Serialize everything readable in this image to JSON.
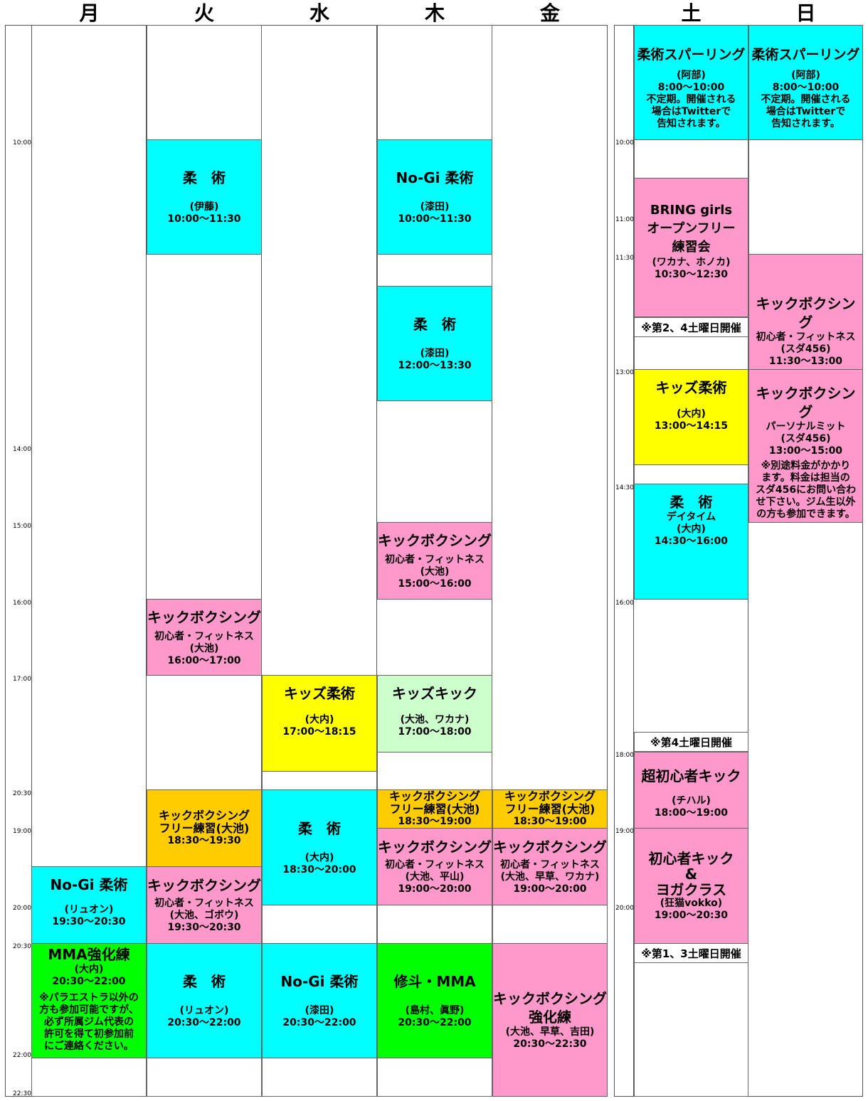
{
  "days": [
    "月",
    "火",
    "水",
    "木",
    "金",
    "土",
    "日"
  ],
  "times_left": [
    "10:00",
    "14:00",
    "15:00",
    "16:00",
    "17:00",
    "20:30",
    "19:00",
    "20:00",
    "20:30",
    "22:00",
    "22:30"
  ],
  "times_right": [
    "10:00",
    "11:00",
    "11:30",
    "13:00",
    "14:30",
    "16:00",
    "18:00",
    "19:00",
    "20:00"
  ],
  "mon": {
    "nogi": {
      "title": "No-Gi 柔術",
      "sub": "(リュオン)\n19:30〜20:30"
    },
    "mma": {
      "title": "MMA強化練",
      "sub": "(大内)\n20:30〜22:00",
      "note": "※パラエストラ以外の\n方も参加可能ですが、\n必ず所属ジム代表の\n許可を得て初参加前\nにご連絡ください。"
    }
  },
  "tue": {
    "jujutsu1": {
      "title": "柔　術",
      "sub": "(伊藤)\n10:00〜11:30"
    },
    "kick1": {
      "title": "キックボクシング",
      "sub": "初心者・フィットネス\n(大池)\n16:00〜17:00"
    },
    "free": {
      "title": "キックボクシング\nフリー練習(大池)",
      "sub": "18:30〜19:30"
    },
    "kick2": {
      "title": "キックボクシング",
      "sub": "初心者・フィットネス\n(大池、ゴボウ)\n19:30〜20:30"
    },
    "jujutsu2": {
      "title": "柔　術",
      "sub": "(リュオン)\n20:30〜22:00"
    }
  },
  "wed": {
    "kids": {
      "title": "キッズ柔術",
      "sub": "(大内)\n17:00〜18:15"
    },
    "jujutsu": {
      "title": "柔　術",
      "sub": "(大内)\n18:30〜20:00"
    },
    "nogi": {
      "title": "No-Gi 柔術",
      "sub": "(漆田)\n20:30〜22:00"
    }
  },
  "thu": {
    "nogi": {
      "title": "No-Gi 柔術",
      "sub": "(漆田)\n10:00〜11:30"
    },
    "jujutsu": {
      "title": "柔　術",
      "sub": "(漆田)\n12:00〜13:30"
    },
    "kick1": {
      "title": "キックボクシング",
      "sub": "初心者・フィットネス\n(大池)\n15:00〜16:00"
    },
    "kidskick": {
      "title": "キッズキック",
      "sub": "(大池、ワカナ)\n17:00〜18:00"
    },
    "free": {
      "title": "キックボクシング\nフリー練習(大池)",
      "sub": "18:30〜19:00"
    },
    "kick2": {
      "title": "キックボクシング",
      "sub": "初心者・フィットネス\n(大池、平山)\n19:00〜20:00"
    },
    "shooto": {
      "title": "修斗・MMA",
      "sub": "(島村、眞野)\n20:30〜22:00"
    }
  },
  "fri": {
    "free": {
      "title": "キックボクシング\nフリー練習(大池)",
      "sub": "18:30〜19:00"
    },
    "kick1": {
      "title": "キックボクシング",
      "sub": "初心者・フィットネス\n(大池、早草、ワカナ)\n19:00〜20:00"
    },
    "kick2": {
      "title": "キックボクシング\n強化練",
      "sub": "(大池、早草、吉田)\n20:30〜22:30"
    }
  },
  "sat": {
    "spar": {
      "title": "柔術スパーリング",
      "sub": "(阿部)\n8:00〜10:00\n不定期。開催される\n場合はTwitterで\n告知されます。"
    },
    "bring": {
      "title": "BRING girls\nオープンフリー\n練習会",
      "sub": "(ワカナ、ホノカ)\n10:30〜12:30"
    },
    "bring_note": "※第2、4土曜日開催",
    "kids": {
      "title": "キッズ柔術",
      "sub": "(大内)\n13:00〜14:15"
    },
    "day": {
      "title": "柔　術",
      "sub": "デイタイム\n(大内)\n14:30〜16:00"
    },
    "note4": "※第4土曜日開催",
    "beginner_kick": {
      "title": "超初心者キック",
      "sub": "(チハル)\n18:00〜19:00"
    },
    "yoga": {
      "title": "初心者キック\n&\nヨガクラス",
      "sub": "(狂猫vokko)\n19:00〜20:30"
    },
    "note13": "※第1、3土曜日開催"
  },
  "sun": {
    "spar": {
      "title": "柔術スパーリング",
      "sub": "(阿部)\n8:00〜10:00\n不定期。開催される\n場合はTwitterで\n告知されます。"
    },
    "kick1": {
      "title": "キックボクシング",
      "sub": "初心者・フィットネス\n(スダ456)\n11:30〜13:00"
    },
    "kick2": {
      "title": "キックボクシング",
      "sub": "パーソナルミット\n(スダ456)\n13:00〜15:00",
      "note": "※別途料金がかかり\nます。料金は担当の\nスダ456にお問い合わ\nせ下さい。ジム生以外\nの方も参加できます。"
    }
  }
}
